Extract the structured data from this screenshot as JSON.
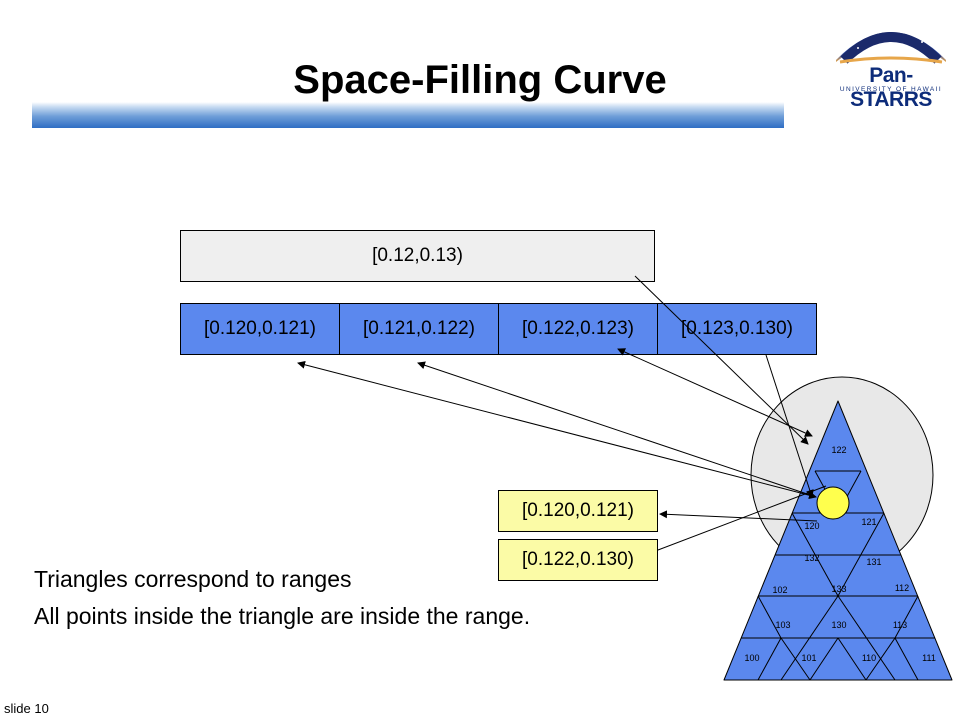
{
  "slide": {
    "title": "Space-Filling Curve",
    "number_label": "slide 10"
  },
  "logo": {
    "name": "Pan-STARRS",
    "subtitle": "UNIVERSITY OF HAWAII"
  },
  "ranges": {
    "top": "[0.12,0.13)",
    "sub": [
      "[0.120,0.121)",
      "[0.121,0.122)",
      "[0.122,0.123)",
      "[0.123,0.130)"
    ],
    "query": [
      "[0.120,0.121)",
      "[0.122,0.130)"
    ]
  },
  "captions": [
    "Triangles correspond to ranges",
    "All points inside the triangle are inside the range."
  ],
  "triangle_labels": {
    "t122": "122",
    "t120": "120",
    "t121": "121",
    "t132": "132",
    "t131": "131",
    "t102": "102",
    "t133": "133",
    "t112": "112",
    "t103": "103",
    "t130": "130",
    "t113": "113",
    "t100": "100",
    "t101": "101",
    "t110": "110",
    "t111": "111"
  },
  "colors": {
    "range_blue": "#5b88ee",
    "triangle_blue": "#5b88ee",
    "query_yellow": "#fbfba6",
    "circle_gray": "#e8e8e8"
  }
}
